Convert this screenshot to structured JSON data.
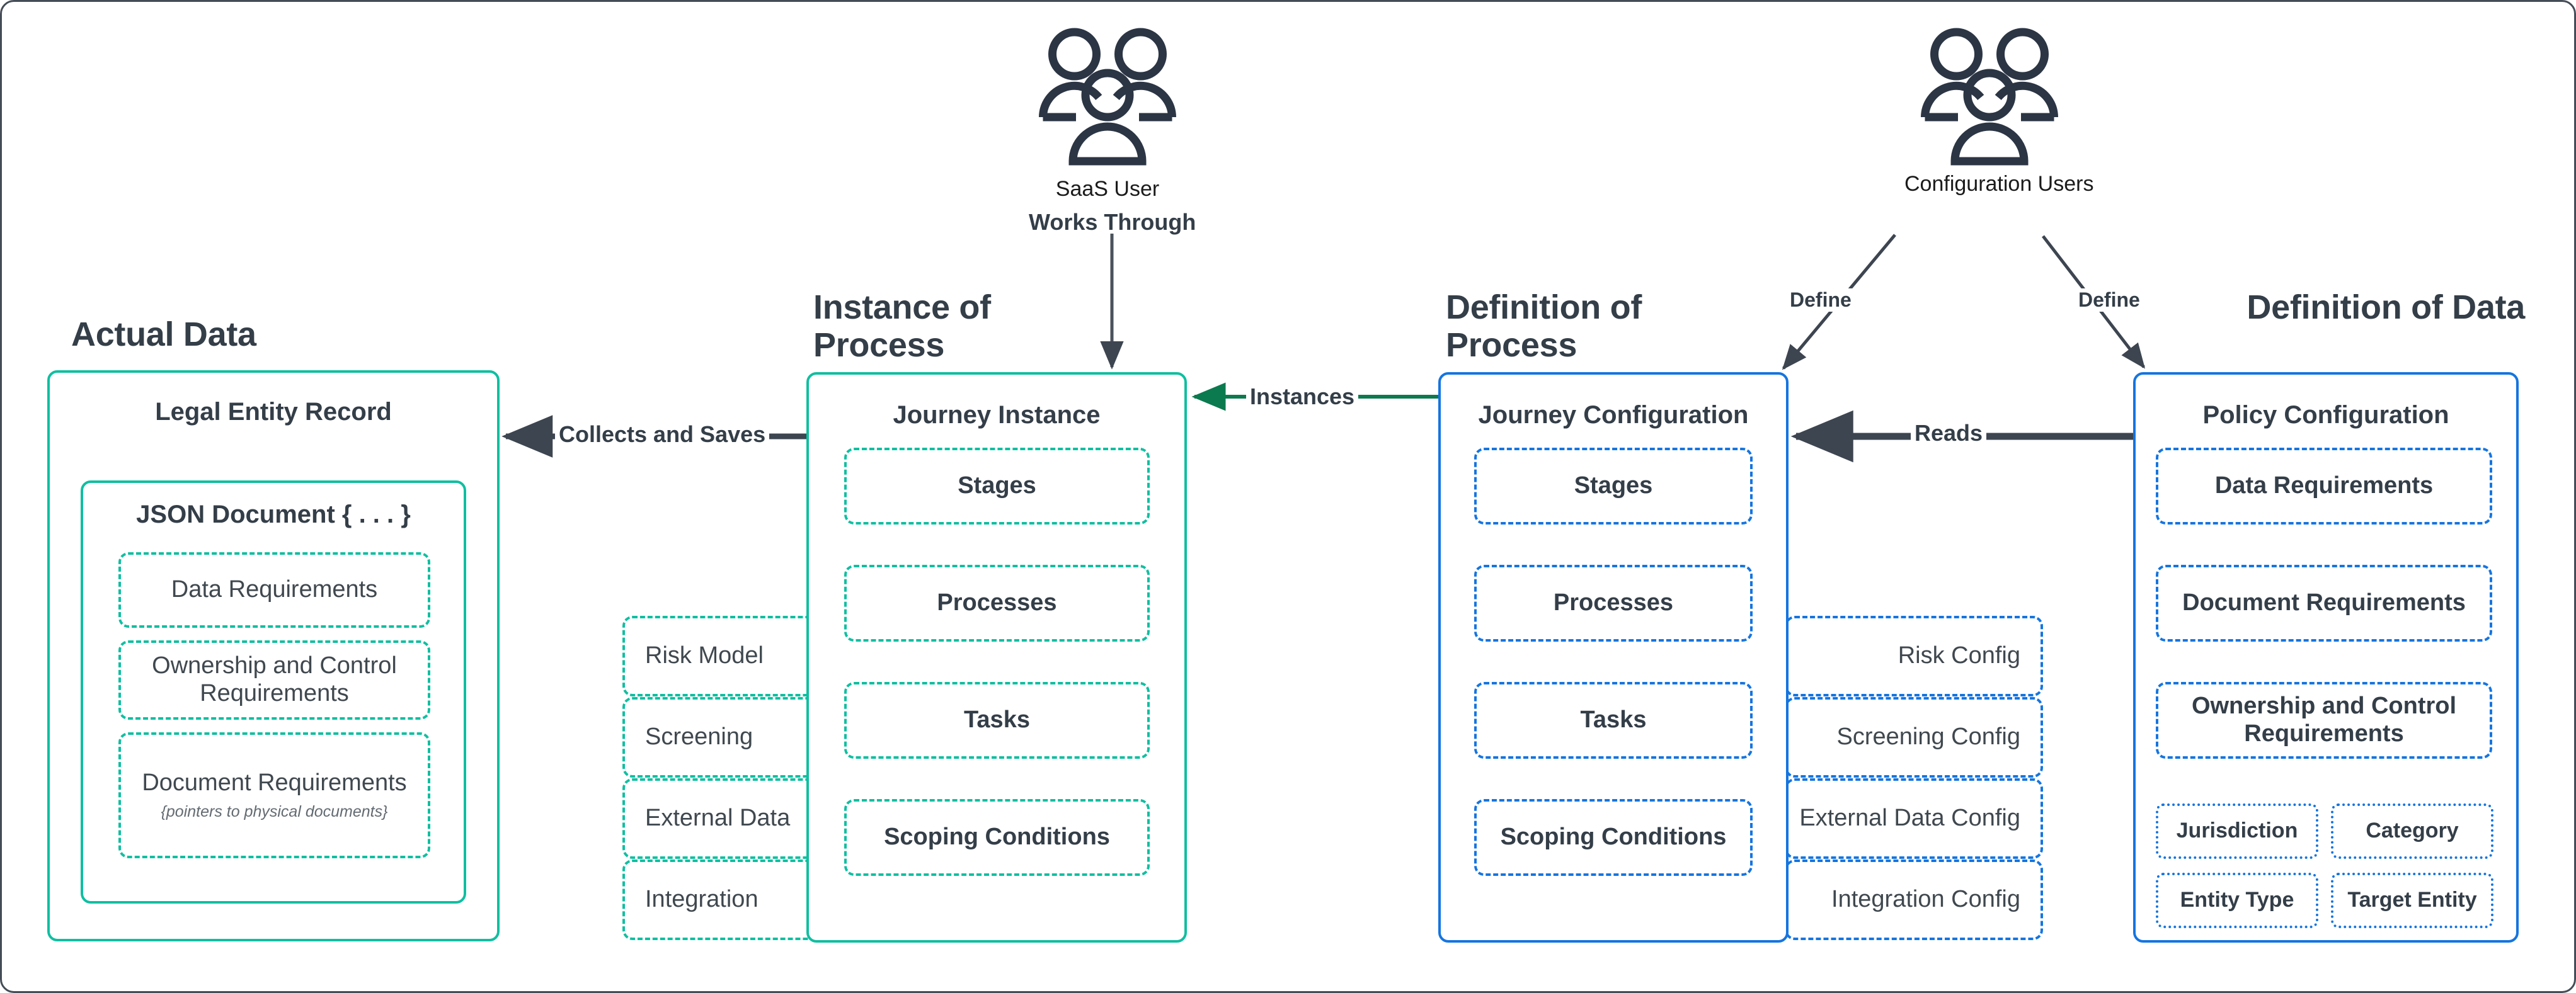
{
  "colors": {
    "green": "#0fbfa1",
    "green_arrow": "#0b7a4f",
    "blue": "#1575e0",
    "dark": "#343e48",
    "canvas_border": "#444c56"
  },
  "actors": [
    {
      "id": "saas-user",
      "icon": "people-group-icon",
      "caption": "SaaS User",
      "relation": "Works Through"
    },
    {
      "id": "configuration-users",
      "icon": "people-group-icon",
      "caption": "Configuration Users",
      "relation_left": "Define",
      "relation_right": "Define"
    }
  ],
  "columns": [
    {
      "id": "actual-data",
      "title": "Actual Data",
      "title_align": "left",
      "accent": "green",
      "container": {
        "title": "Legal Entity Record",
        "child": {
          "title": "JSON Document { . . . }",
          "items": [
            {
              "label": "Data Requirements",
              "note": ""
            },
            {
              "label": "Ownership and Control Requirements",
              "note": ""
            },
            {
              "label": "Document Requirements",
              "note": "{pointers to physical documents}"
            }
          ]
        }
      }
    },
    {
      "id": "instance-of-process",
      "title": "Instance of Process",
      "title_align": "left",
      "accent": "green",
      "container": {
        "title": "Journey Instance",
        "items": [
          "Stages",
          "Processes",
          "Tasks",
          "Scoping Conditions"
        ]
      },
      "side_items": [
        "Risk Model",
        "Screening",
        "External Data",
        "Integration"
      ],
      "side_align": "left"
    },
    {
      "id": "definition-of-process",
      "title": "Definition of Process",
      "title_align": "left",
      "accent": "blue",
      "container": {
        "title": "Journey Configuration",
        "items": [
          "Stages",
          "Processes",
          "Tasks",
          "Scoping Conditions"
        ]
      },
      "side_items": [
        "Risk Config",
        "Screening Config",
        "External Data Config",
        "Integration Config"
      ],
      "side_align": "right"
    },
    {
      "id": "definition-of-data",
      "title": "Definition of Data",
      "title_align": "right",
      "accent": "blue",
      "container": {
        "title": "Policy Configuration",
        "items": [
          "Data Requirements",
          "Document Requirements",
          "Ownership and Control Requirements"
        ],
        "tags": [
          "Jurisdiction",
          "Category",
          "Entity Type",
          "Target Entity"
        ]
      }
    }
  ],
  "connectors": [
    {
      "id": "collects-and-saves",
      "label": "Collects and Saves",
      "color": "#3d4550",
      "direction": "left"
    },
    {
      "id": "instances",
      "label": "Instances",
      "color": "#0b7a4f",
      "direction": "left"
    },
    {
      "id": "reads",
      "label": "Reads",
      "color": "#3d4550",
      "direction": "left"
    },
    {
      "id": "works-through",
      "label": "Works Through",
      "color": "#4a525c",
      "direction": "down"
    },
    {
      "id": "define-left",
      "label": "Define",
      "color": "#3d4550",
      "direction": "down-left"
    },
    {
      "id": "define-right",
      "label": "Define",
      "color": "#3d4550",
      "direction": "down-right"
    }
  ]
}
